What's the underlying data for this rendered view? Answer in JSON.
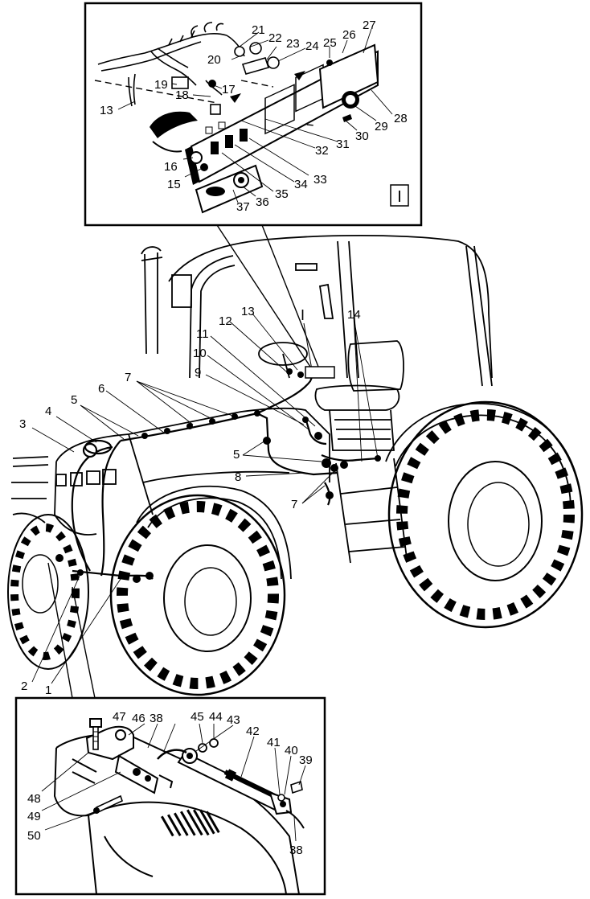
{
  "inset_top_marker": "I",
  "tractor_inset_marker": "I",
  "callouts_top": [
    "13",
    "15",
    "16",
    "17",
    "18",
    "19",
    "20",
    "21",
    "22",
    "23",
    "24",
    "25",
    "26",
    "27",
    "28",
    "29",
    "30",
    "31",
    "32",
    "33",
    "34",
    "35",
    "36",
    "37"
  ],
  "callouts_main": [
    "1",
    "2",
    "3",
    "4",
    "5",
    "5",
    "6",
    "7",
    "7",
    "8",
    "9",
    "10",
    "11",
    "12",
    "13",
    "14"
  ],
  "callouts_bottom": [
    "38",
    "38",
    "39",
    "40",
    "41",
    "42",
    "43",
    "44",
    "45",
    "46",
    "47",
    "48",
    "49",
    "50"
  ],
  "colors": {
    "ink": "#000000",
    "paper": "#ffffff"
  }
}
